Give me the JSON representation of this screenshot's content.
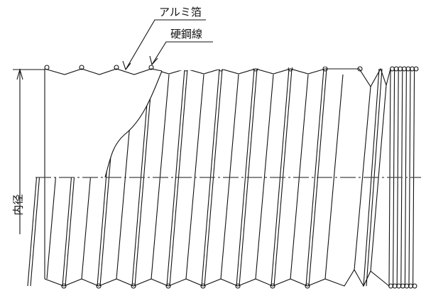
{
  "labels": {
    "aluminum_foil": "アルミ箔",
    "hard_steel_wire": "硬鋼線",
    "inner_diameter": "内径"
  },
  "colors": {
    "line": "#111111",
    "background": "#ffffff"
  }
}
